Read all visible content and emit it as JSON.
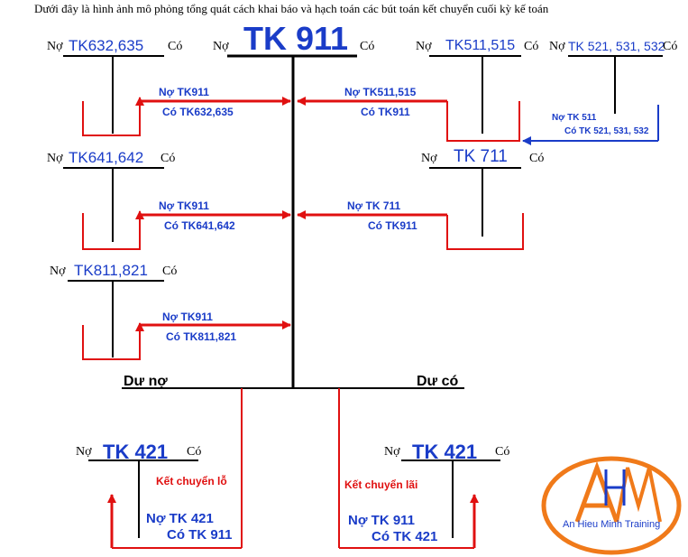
{
  "title": "Dưới đây là hình ảnh mô phỏng tổng quát cách khai báo và hạch toán các bút toán kết chuyển cuối kỳ kế toán",
  "labels": {
    "no": "Nợ",
    "co": "Có"
  },
  "accounts": {
    "tk911": "TK 911",
    "tk632": "TK632,635",
    "tk641": "TK641,642",
    "tk811": "TK811,821",
    "tk511": "TK511,515",
    "tk521": "TK 521, 531, 532",
    "tk711": "TK 711",
    "tk421_left": "TK 421",
    "tk421_right": "TK 421"
  },
  "entries": {
    "e632_no": "Nợ TK911",
    "e632_co": "Có TK632,635",
    "e641_no": "Nợ TK911",
    "e641_co": "Có TK641,642",
    "e811_no": "Nợ TK911",
    "e811_co": "Có TK811,821",
    "e511_no": "Nợ TK511,515",
    "e511_co": "Có TK911",
    "e711_no": "Nợ TK 711",
    "e711_co": "Có TK911",
    "e521_no": "Nợ TK 511",
    "e521_co": "Có TK 521, 531, 532",
    "loss_label": "Kết chuyển lỗ",
    "loss_no": "Nợ TK 421",
    "loss_co": "Có TK 911",
    "profit_label": "Kết chuyển lãi",
    "profit_no": "Nợ TK 911",
    "profit_co": "Có TK 421"
  },
  "balances": {
    "debit": "Dư nợ",
    "credit": "Dư có"
  },
  "logo": {
    "letters": "AHM",
    "caption": "An Hieu Minh Training"
  },
  "colors": {
    "red": "#e01010",
    "blue": "#1a3cc8",
    "logo_orange": "#f07a1a"
  }
}
